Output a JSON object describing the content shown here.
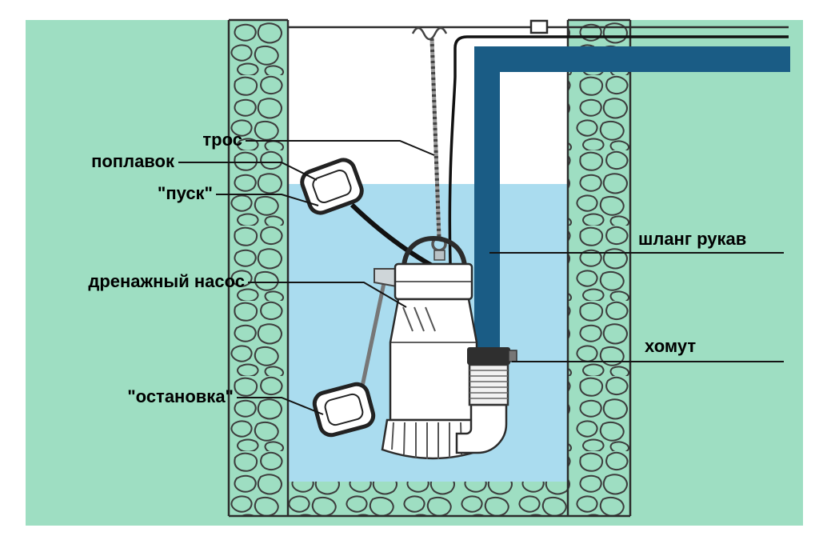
{
  "diagram": {
    "labels": {
      "rope": "трос",
      "float": "поплавок",
      "start": "\"пуск\"",
      "pump": "дренажный насос",
      "stop": "\"остановка\"",
      "hose": "шланг рукав",
      "clamp": "хомут"
    },
    "colors": {
      "background": "#9edec2",
      "water": "#aadcef",
      "pipe": "#1a5c85",
      "line": "#1a1a1a",
      "stone_outline": "#3c3c3c"
    }
  }
}
